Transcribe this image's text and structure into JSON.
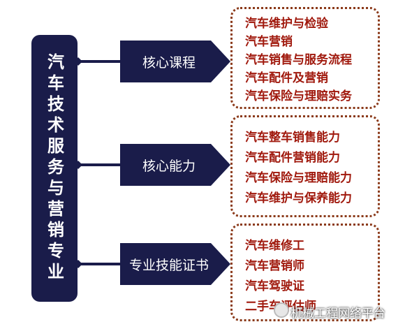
{
  "title": "汽车技术服务与营销专业",
  "colors": {
    "dark_navy": "#1a1c4a",
    "item_red": "#a0190d",
    "border_brown": "#8b3a1a"
  },
  "categories": [
    {
      "label": "核心课程",
      "items": [
        "汽车维护与检验",
        "汽车营销",
        "汽车销售与服务流程",
        "汽车配件及营销",
        "汽车保险与理赔实务"
      ]
    },
    {
      "label": "核心能力",
      "items": [
        "汽车整车销售能力",
        "汽车配件营销能力",
        "汽车保险与理赔能力",
        "汽车维护与保养能力"
      ]
    },
    {
      "label": "专业技能证书",
      "items": [
        "汽车维修工",
        "汽车营销师",
        "汽车驾驶证",
        "二手车评估师"
      ]
    }
  ],
  "watermark": "机械工程网络平台"
}
